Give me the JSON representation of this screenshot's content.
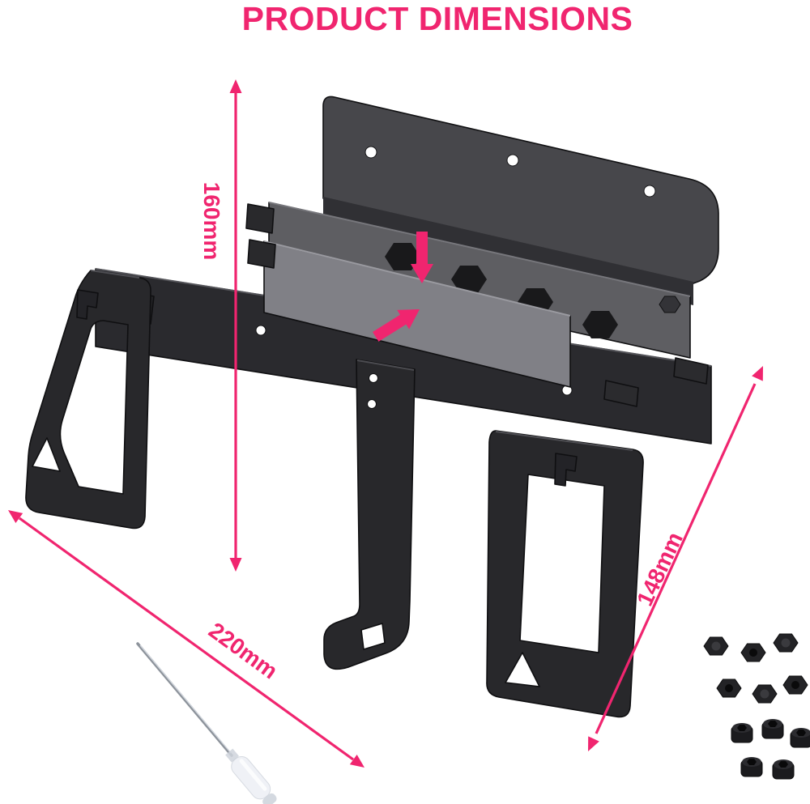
{
  "title": "PRODUCT DIMENSIONS",
  "colors": {
    "accent": "#F0256F",
    "bracket_dark": "#28282B",
    "bracket_band": "#2A2A2E",
    "bracket_mid": "#47474B",
    "bracket_shelf": "#5E5E62",
    "bracket_light": "#808086",
    "hardware": "#1E1E21",
    "metal": "#9AA0A8"
  },
  "dimensions": {
    "height_label": "160mm",
    "width_label": "220mm",
    "depth_label": "148mm"
  },
  "icons": {
    "screwdriver": "screwdriver-icon",
    "bolt": "hex-bolt-icon",
    "nut": "hex-nut-icon",
    "cap": "hex-cap-icon",
    "arrow_down": "assembly-arrow-down-icon",
    "arrow_insert": "assembly-arrow-insert-icon"
  }
}
